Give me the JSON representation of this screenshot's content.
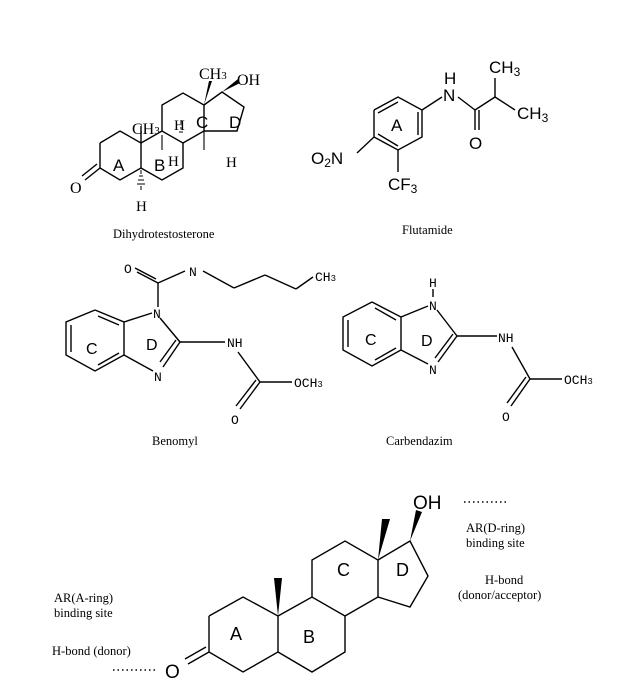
{
  "molecules": {
    "dht": {
      "name": "Dihydrotestosterone",
      "rings": {
        "a": "A",
        "b": "B",
        "c": "C",
        "d": "D"
      },
      "ch3": "CH3",
      "ch3_top_main": "CH",
      "ch3_top_sub": "3",
      "oh": "OH",
      "ch3_mid_main": "CH",
      "ch3_mid_sub": "3",
      "h": "H",
      "o": "O"
    },
    "flutamide": {
      "name": "Flutamide",
      "ring": "A",
      "nh_h": "H",
      "nh_n": "N",
      "ch3": "CH3",
      "ch3_main": "CH",
      "ch3_sub": "3",
      "o": "O",
      "no2_main": "O",
      "no2_sub": "2",
      "no2_n": "N",
      "cf3_main": "CF",
      "cf3_sub": "3"
    },
    "benomyl": {
      "name": "Benomyl",
      "rings": {
        "c": "C",
        "d": "D"
      },
      "o": "O",
      "n": "N",
      "ch3_main": "CH",
      "ch3_sub": "3",
      "nh": "NH",
      "och3": "OCH3",
      "och3_main": "OCH",
      "och3_sub": "3"
    },
    "carbendazim": {
      "name": "Carbendazim",
      "rings": {
        "c": "C",
        "d": "D"
      },
      "h": "H",
      "n": "N",
      "nh": "NH",
      "o": "O",
      "och3_main": "OCH",
      "och3_sub": "3"
    }
  },
  "binding_model": {
    "rings": {
      "a": "A",
      "b": "B",
      "c": "C",
      "d": "D"
    },
    "oh": "OH",
    "o": "O",
    "dots_top": "……",
    "dots_bottom": "……",
    "ar_d_ring": [
      "AR(D-ring)",
      "binding site"
    ],
    "h_bond_da": [
      "H-bond",
      "(donor/acceptor)"
    ],
    "ar_a_ring": [
      "AR(A-ring)",
      "binding site"
    ],
    "h_bond_donor": "H-bond (donor)"
  }
}
